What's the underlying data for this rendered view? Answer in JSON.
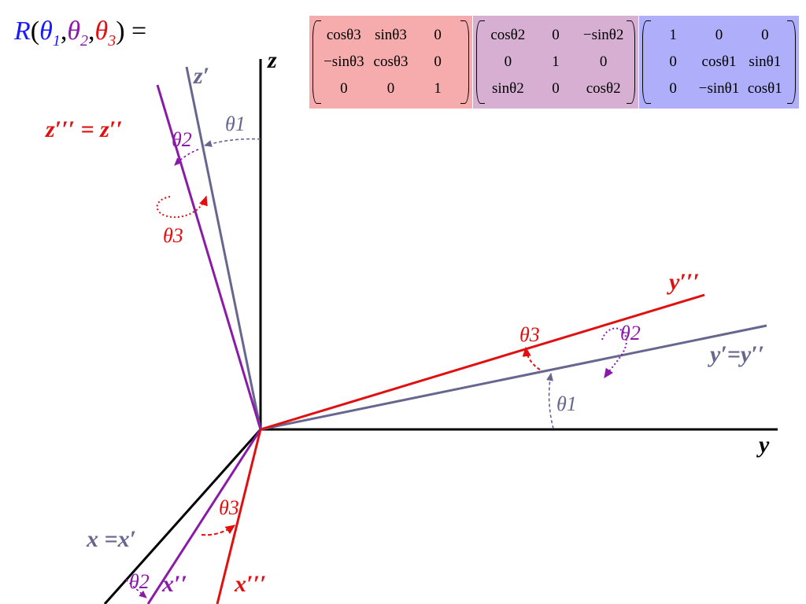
{
  "formula": {
    "R": "R",
    "open": "(",
    "theta1": "θ",
    "sub1": "1",
    "comma1": ",",
    "theta2": "θ",
    "sub2": "2",
    "comma2": ",",
    "theta3": "θ",
    "sub3": "3",
    "close": ") ="
  },
  "matrices": {
    "m3": [
      "cosθ3",
      "sinθ3",
      "0",
      "−sinθ3",
      "cosθ3",
      "0",
      "0",
      "0",
      "1"
    ],
    "m2": [
      "cosθ2",
      "0",
      "−sinθ2",
      "0",
      "1",
      "0",
      "sinθ2",
      "0",
      "cosθ2"
    ],
    "m1": [
      "1",
      "0",
      "0",
      "0",
      "cosθ1",
      "sinθ1",
      "0",
      "−sinθ1",
      "cosθ1"
    ]
  },
  "axes": {
    "z": "z",
    "z_prime": "z′",
    "z_triple_eq_double": "z′′′ = z′′",
    "y": "y",
    "y_triple": "y′′′",
    "y_prime_eq_double": "y′=y′′",
    "x_eq_prime": "x =x′",
    "x_double": "x′′",
    "x_triple": "x′′′"
  },
  "angles": {
    "theta1_z": "θ1",
    "theta2_z": "θ2",
    "theta3_z": "θ3",
    "theta3_y": "θ3",
    "theta2_y": "θ2",
    "theta1_y": "θ1",
    "theta3_x": "θ3",
    "theta2_x": "θ2"
  },
  "colors": {
    "black": "#000000",
    "slate": "#66668f",
    "purple": "#8a1aa8",
    "red": "#e01010",
    "blue": "#1a1aff",
    "m3_bg": "#f6acac",
    "m2_bg": "#d6afd3",
    "m1_bg": "#aeaefa"
  }
}
